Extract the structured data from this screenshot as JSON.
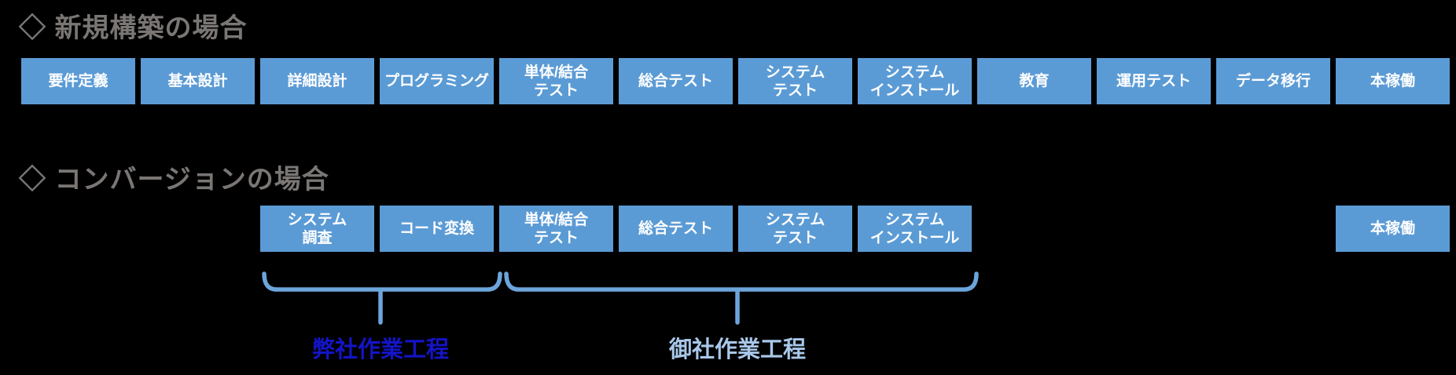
{
  "titles": {
    "new_build": "◇ 新規構築の場合",
    "conversion": "◇ コンバージョンの場合"
  },
  "colors": {
    "background": "#000000",
    "box_fill": "#5B9BD5",
    "box_text": "#FFFFFF",
    "title_text": "#7A7674",
    "brace": "#6CA5DB",
    "label_our_company": "#1414C8",
    "label_your_company": "#A8C7E9"
  },
  "rows": [
    {
      "name": "new-build",
      "boxes": [
        {
          "label": "要件定義",
          "col": 0
        },
        {
          "label": "基本設計",
          "col": 1
        },
        {
          "label": "詳細設計",
          "col": 2
        },
        {
          "label": "プログラミング",
          "col": 3
        },
        {
          "label": "単体/結合\nテスト",
          "col": 4
        },
        {
          "label": "総合テスト",
          "col": 5
        },
        {
          "label": "システム\nテスト",
          "col": 6
        },
        {
          "label": "システム\nインストール",
          "col": 7
        },
        {
          "label": "教育",
          "col": 8
        },
        {
          "label": "運用テスト",
          "col": 9
        },
        {
          "label": "データ移行",
          "col": 10
        },
        {
          "label": "本稼働",
          "col": 11
        }
      ]
    },
    {
      "name": "conversion",
      "boxes": [
        {
          "label": "システム\n調査",
          "col": 2
        },
        {
          "label": "コード変換",
          "col": 3
        },
        {
          "label": "単体/結合\nテスト",
          "col": 4
        },
        {
          "label": "総合テスト",
          "col": 5
        },
        {
          "label": "システム\nテスト",
          "col": 6
        },
        {
          "label": "システム\nインストール",
          "col": 7
        },
        {
          "label": "本稼働",
          "col": 11
        }
      ]
    }
  ],
  "braces": {
    "our_company": {
      "label": "弊社作業工程"
    },
    "your_company": {
      "label": "御社作業工程"
    }
  }
}
